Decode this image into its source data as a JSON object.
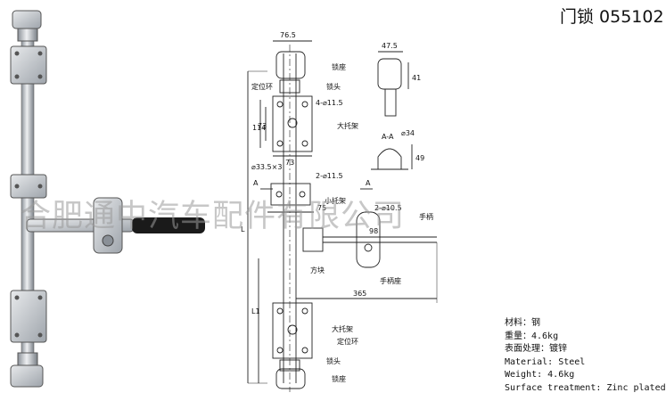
{
  "title": "门锁 055102",
  "watermark": "合肥通中汽车配件有限公司",
  "spec": {
    "material_cn": "材料：钢",
    "weight_cn": "重量：4.6kg",
    "surface_cn": "表面处理：镀锌",
    "material_en": "Material: Steel",
    "weight_en": "Weight: 4.6kg",
    "surface_en": "Surface treatment: Zinc plated"
  },
  "drawing": {
    "dims": {
      "w76": "76.5",
      "w47": "47.5",
      "d41": "41",
      "d114": "114",
      "d73v": "73",
      "d73h": "73",
      "hole4": "4-⌀11.5",
      "hole2a": "2-⌀11.5",
      "hole2b": "2-⌀10.5",
      "d33": "⌀33.5×3",
      "d34": "⌀34",
      "d49": "49",
      "d75": "75",
      "d365": "365",
      "d98": "98",
      "L": "L",
      "L1": "L1",
      "A1": "A",
      "A2": "A",
      "AA": "A-A"
    },
    "labels": {
      "suozuo_top": "锁座",
      "suotou_top": "锁头",
      "dingweihuan_top": "定位环",
      "datuojia_top": "大托架",
      "xiaotuojia": "小托架",
      "shoubing": "手柄",
      "fangkuai": "方块",
      "shouwozuo": "手柄座",
      "datuojia_bot": "大托架",
      "dingweihuan_bot": "定位环",
      "suotou_bot": "锁头",
      "suozuo_bot": "锁座"
    }
  },
  "colors": {
    "metal": "#c9cdd2",
    "metal_dark": "#7d838a",
    "handle": "#1a1a1a",
    "line": "#222222"
  }
}
